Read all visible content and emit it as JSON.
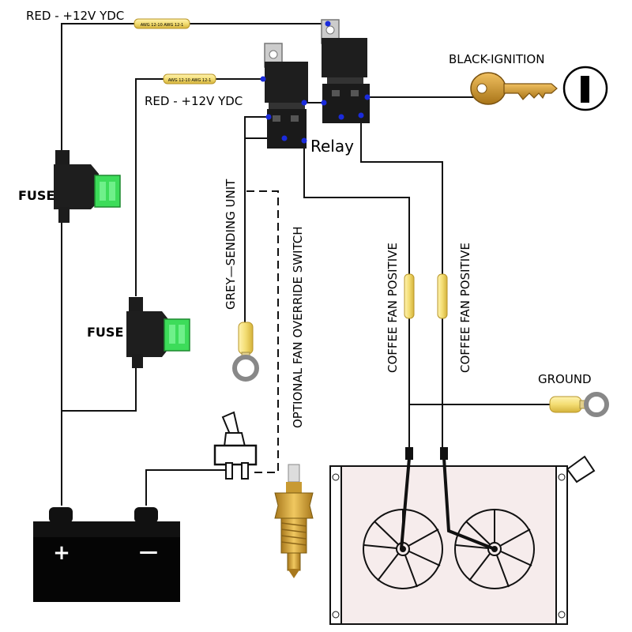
{
  "labels": {
    "red_top": "RED - +12V YDC",
    "red_mid": "RED - +12V YDC",
    "black_ignition": "BLACK-IGNITION",
    "relay": "Relay",
    "fuse_top": "FUSE",
    "fuse_bottom": "FUSE",
    "grey_sending": "GREY—SENDING UNIT",
    "override_switch": "OPTIONAL FAN OVERRIDE SWITCH",
    "fan_positive_1": "COFFEE FAN POSITIVE",
    "fan_positive_2": "COFFEE FAN POSITIVE",
    "ground": "GROUND",
    "battery_plus": "+",
    "battery_minus": "—",
    "ignition_symbol": "I"
  },
  "connector_text": {
    "butt_top": "AWG 12-10 AWG 12-1",
    "butt_mid": "AWG 12-10 AWG 12-1"
  },
  "colors": {
    "wire": "#111111",
    "fuse_blade": "#3ddc5a",
    "connector_yellow": "#f3dd73",
    "terminal_dot": "#1a2bdc",
    "key_gold": "#c8962e",
    "sensor_brass": "#d4a63a",
    "relay_body": "#1e1e1e",
    "radiator_fill": "#f6ecec"
  }
}
